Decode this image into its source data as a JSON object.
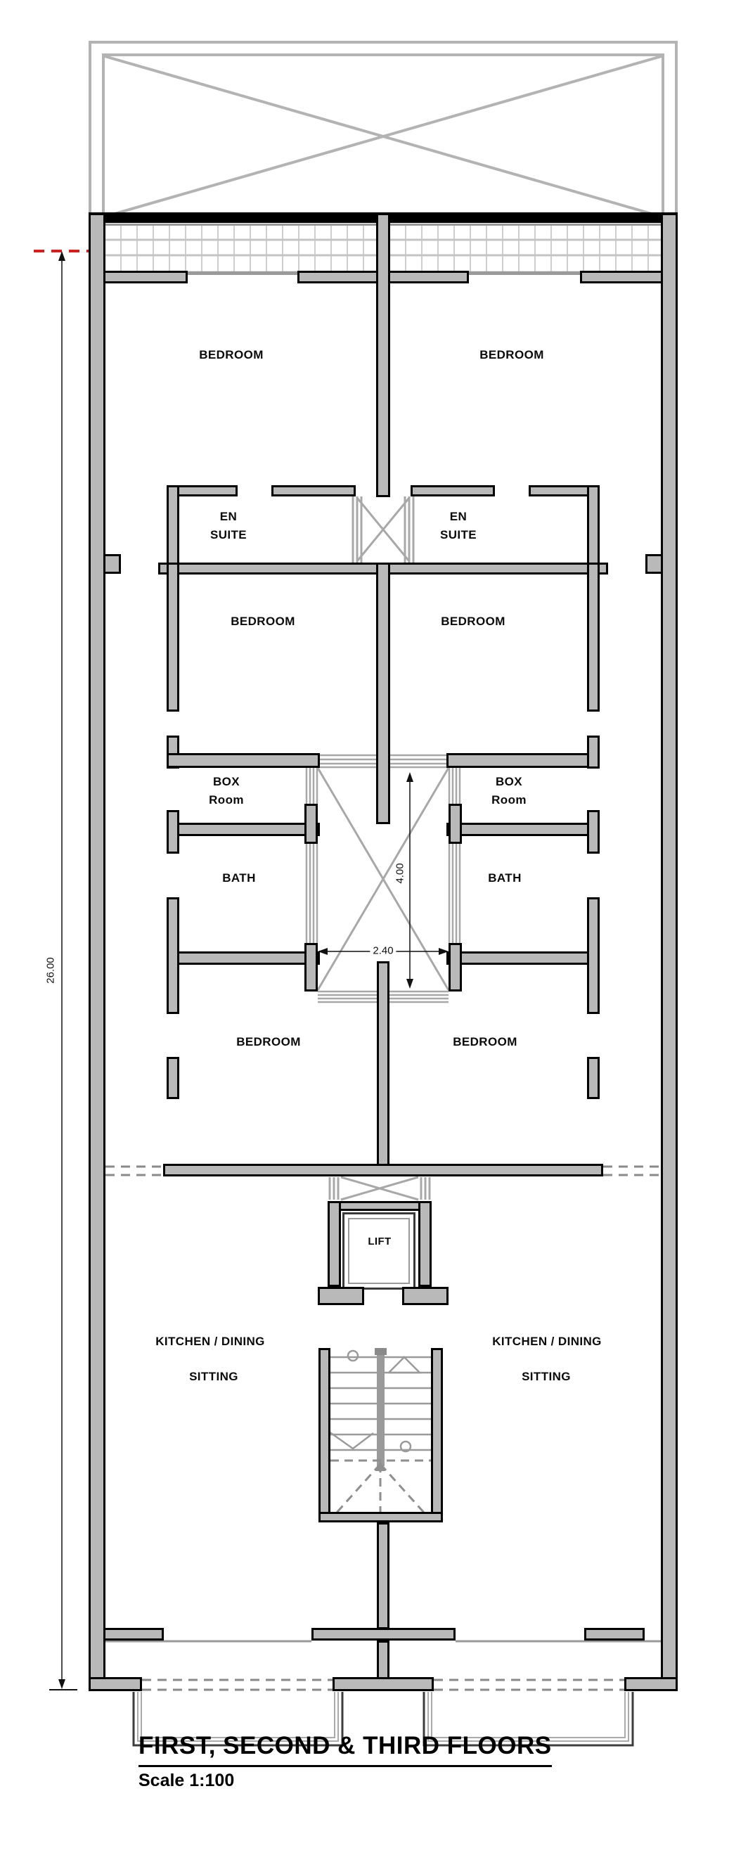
{
  "title": {
    "main": "FIRST, SECOND & THIRD FLOORS",
    "scale": "Scale 1:100"
  },
  "rooms": {
    "bedroom": "BEDROOM",
    "en_suite_line1": "EN",
    "en_suite_line2": "SUITE",
    "box_line1": "BOX",
    "box_line2": "Room",
    "bath": "BATH",
    "lift": "LIFT",
    "kitchen_dining": "KITCHEN / DINING",
    "sitting": "SITTING"
  },
  "dimensions": {
    "overall_depth": "26.00",
    "shaft_length": "4.00",
    "shaft_width": "2.40"
  },
  "colors": {
    "wall_fill": "#b9b9b9",
    "wall_line": "#000000",
    "light_line": "#b3b3b3",
    "datum_red": "#cc2222"
  }
}
